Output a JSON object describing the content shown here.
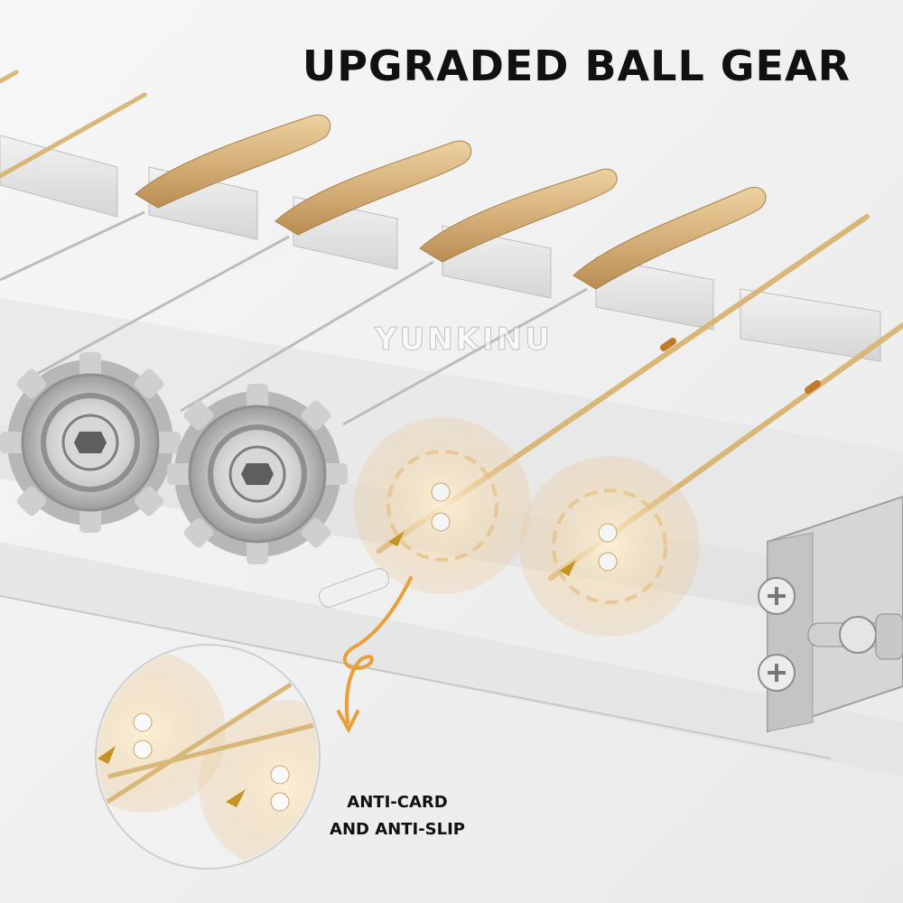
{
  "headline": "UPGRADED BALL GEAR",
  "watermark": "YUNKINU",
  "callout": {
    "line1": "ANTI-CARD",
    "line2": "AND ANTI-SLIP"
  },
  "colors": {
    "background": "#f4f4f4",
    "wood": "#d8b47c",
    "metal": "#c9c9c9",
    "arrow": "#e8a03a"
  }
}
